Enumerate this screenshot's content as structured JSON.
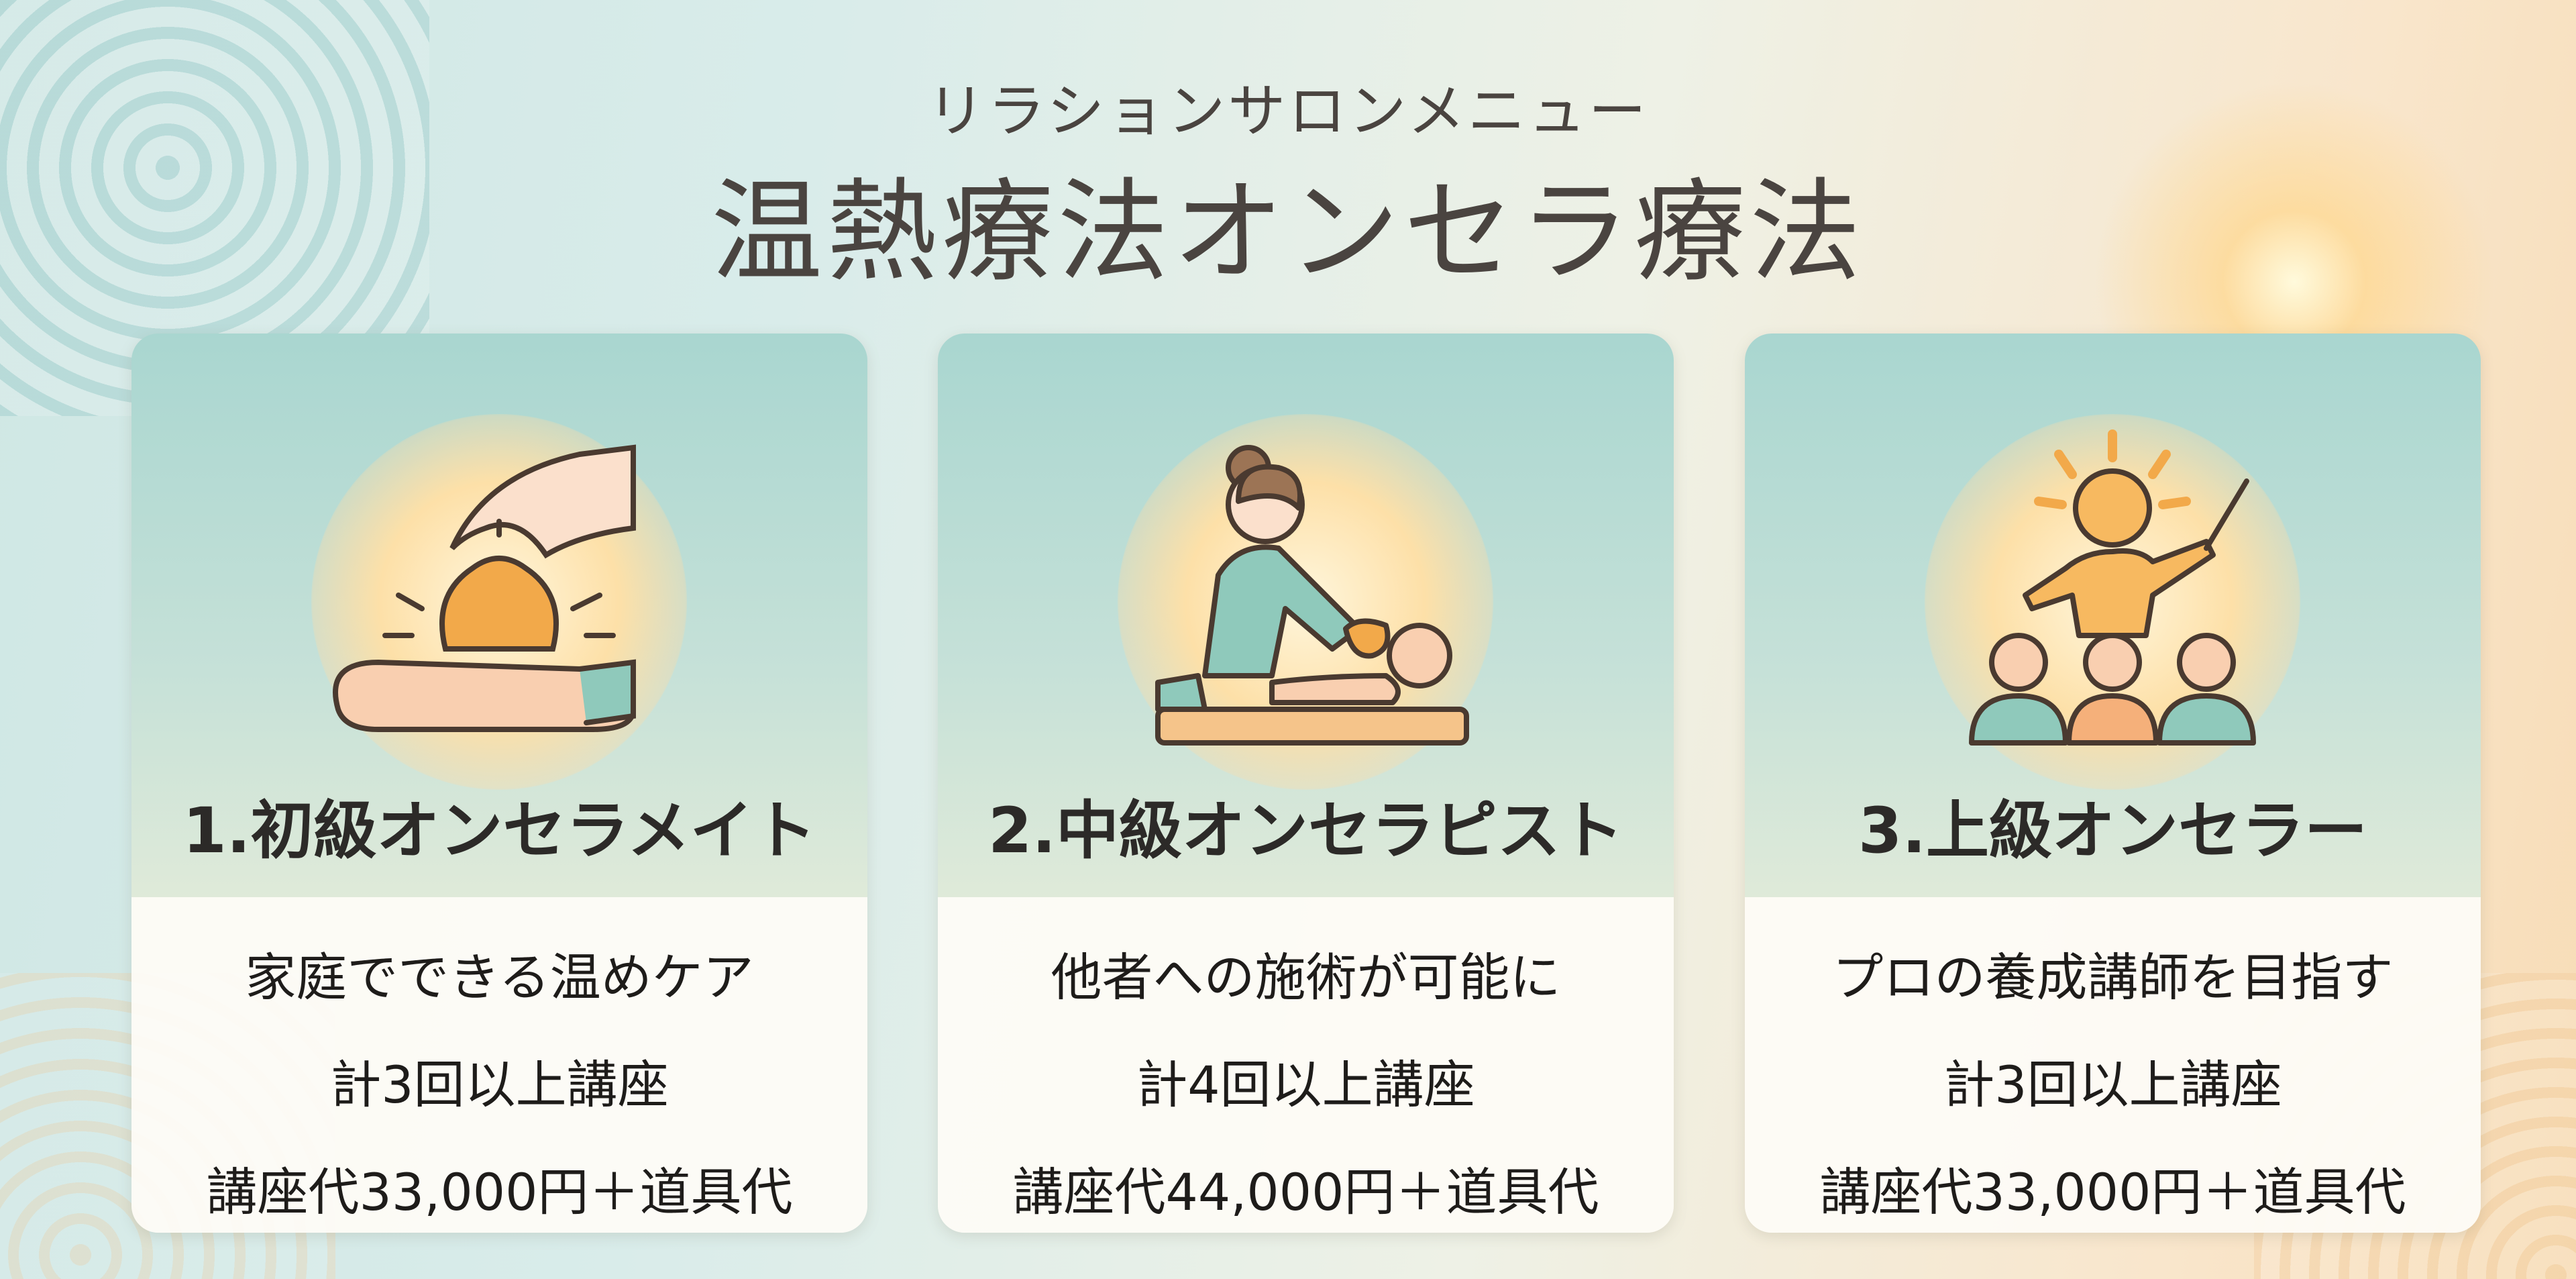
{
  "header": {
    "subtitle": "リラションサロンメニュー",
    "title": "温熱療法オンセラ療法"
  },
  "colors": {
    "teal": "#a9d6d0",
    "amber": "#f2a94a",
    "text": "#2c2a28"
  },
  "cards": [
    {
      "icon": "hand-stone-massage-icon",
      "heading": "1.初級オンセラメイト",
      "lines": [
        "家庭でできる温めケア",
        "計3回以上講座",
        "講座代33,000円＋道具代"
      ]
    },
    {
      "icon": "therapist-treatment-icon",
      "heading": "2.中級オンセラピスト",
      "lines": [
        "他者への施術が可能に",
        "計4回以上講座",
        "講座代44,000円＋道具代"
      ]
    },
    {
      "icon": "instructor-teaching-icon",
      "heading": "3.上級オンセラー",
      "lines": [
        "プロの養成講師を目指す",
        "計3回以上講座",
        "講座代33,000円＋道具代"
      ]
    }
  ]
}
